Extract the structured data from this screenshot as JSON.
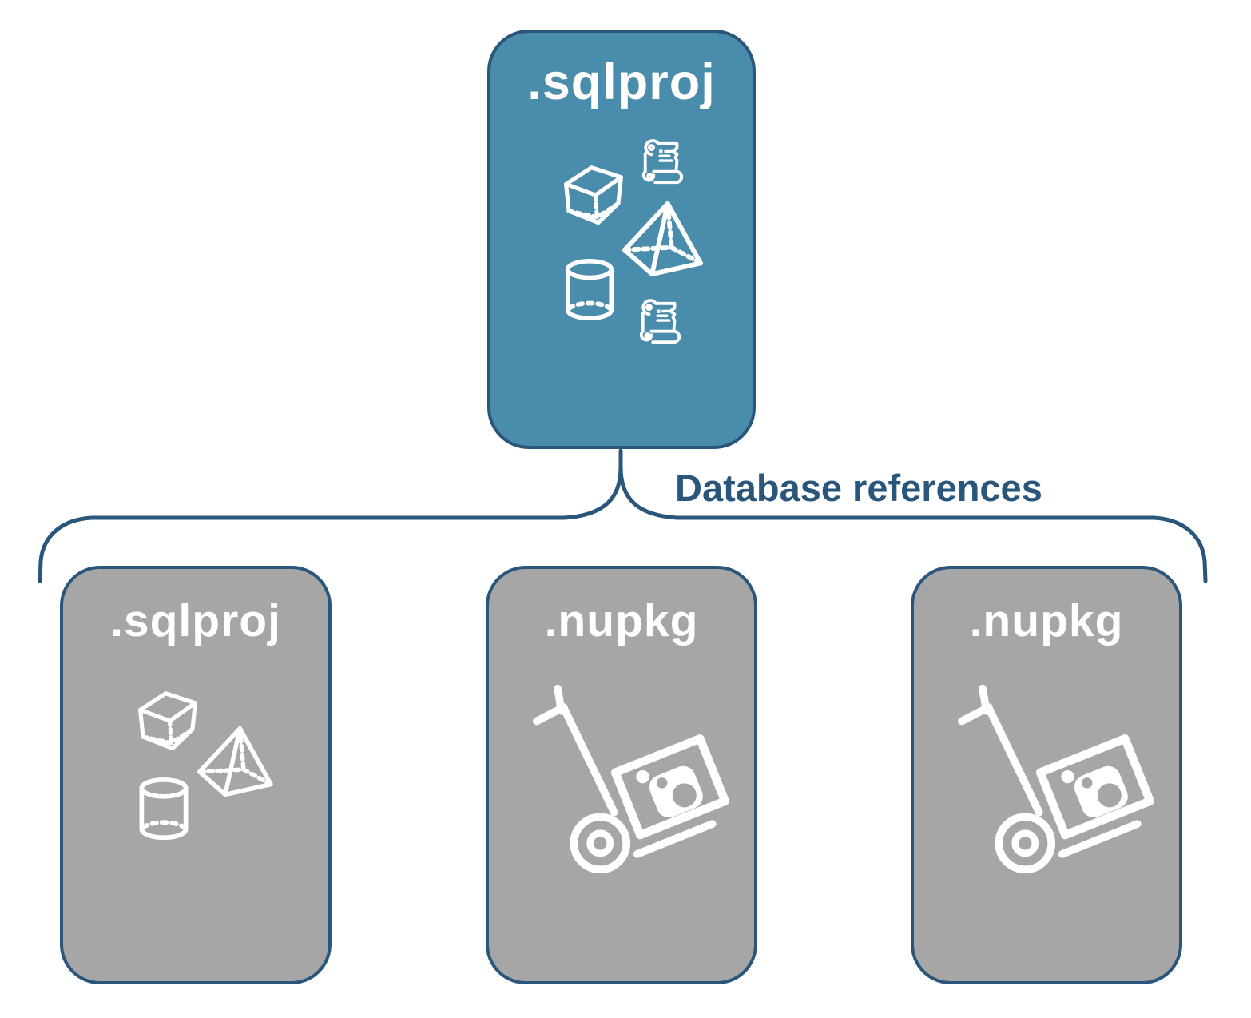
{
  "diagram_title": "SQL project database references diagram",
  "colors": {
    "accent_blue": "#4a8cab",
    "node_gray": "#a6a6a6",
    "line_navy": "#2a567c",
    "icon_white": "#ffffff",
    "page_bg": "#ffffff"
  },
  "root_node": {
    "label": ".sqlproj",
    "icons": [
      "cube-icon",
      "scroll-icon",
      "pyramid-icon",
      "cylinder-icon",
      "scroll-icon"
    ]
  },
  "connector": {
    "label": "Database references",
    "shape": "curly-brace"
  },
  "child_nodes": [
    {
      "label": ".sqlproj",
      "icons": [
        "cube-icon",
        "pyramid-icon",
        "cylinder-icon"
      ]
    },
    {
      "label": ".nupkg",
      "icons": [
        "handtruck-package-icon"
      ]
    },
    {
      "label": ".nupkg",
      "icons": [
        "handtruck-package-icon"
      ]
    }
  ]
}
